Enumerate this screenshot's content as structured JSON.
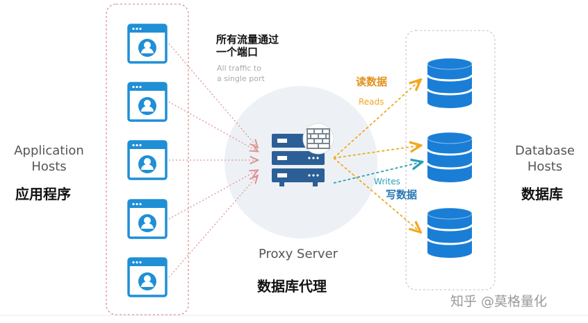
{
  "left": {
    "title_en_line1": "Application",
    "title_en_line2": "Hosts",
    "title_cn": "应用程序"
  },
  "right": {
    "title_en_line1": "Database",
    "title_en_line2": "Hosts",
    "title_cn": "数据库"
  },
  "center": {
    "title_en": "Proxy Server",
    "title_cn": "数据库代理"
  },
  "traffic": {
    "cn_line1": "所有流量通过",
    "cn_line2": "一个端口",
    "en_line1": "All traffic to",
    "en_line2": "a single port"
  },
  "reads": {
    "cn": "读数据",
    "en": "Reads"
  },
  "writes": {
    "cn": "写数据",
    "en": "Writes"
  },
  "watermark": "知乎 @莫格量化",
  "colors": {
    "app_blue": "#1f8fd6",
    "db_blue": "#1a7ed6",
    "reads_orange": "#f0a81e",
    "writes_teal": "#2a9fb8",
    "dashed_red": "#e09090",
    "server_navy": "#2c5f96",
    "circle_bg": "#edf1f5"
  }
}
